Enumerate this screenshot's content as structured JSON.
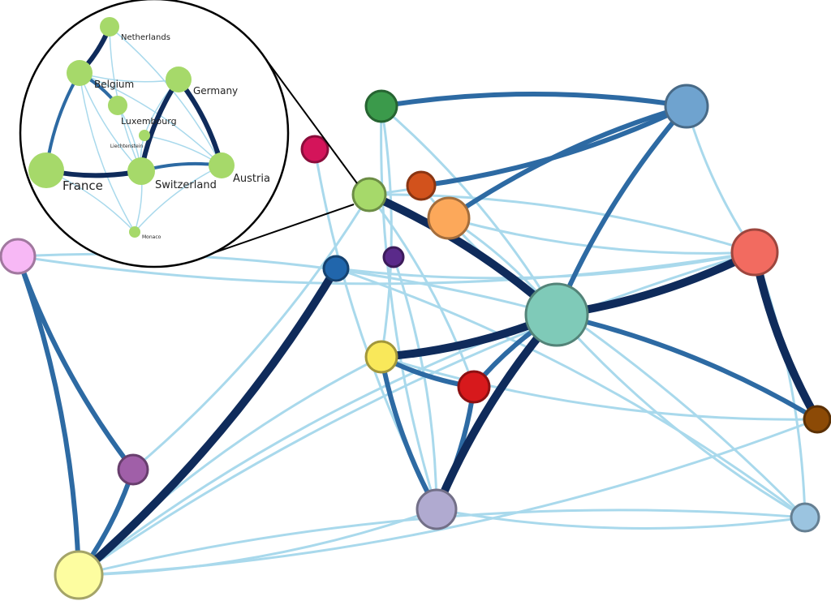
{
  "inset": {
    "nodes": [
      {
        "id": "netherlands",
        "label": "Netherlands",
        "color": "#a6d96a"
      },
      {
        "id": "belgium",
        "label": "Belgium",
        "color": "#a6d96a"
      },
      {
        "id": "germany",
        "label": "Germany",
        "color": "#a6d96a"
      },
      {
        "id": "luxembourg",
        "label": "Luxembourg",
        "color": "#a6d96a"
      },
      {
        "id": "liechtenstein",
        "label": "Liechtenstein",
        "color": "#a6d96a"
      },
      {
        "id": "france",
        "label": "France",
        "color": "#a6d96a"
      },
      {
        "id": "switzerland",
        "label": "Switzerland",
        "color": "#a6d96a"
      },
      {
        "id": "austria",
        "label": "Austria",
        "color": "#a6d96a"
      },
      {
        "id": "monaco",
        "label": "Monaco",
        "color": "#a6d96a"
      }
    ],
    "edges": [
      [
        "netherlands",
        "belgium",
        3
      ],
      [
        "belgium",
        "france",
        2
      ],
      [
        "belgium",
        "luxembourg",
        2
      ],
      [
        "germany",
        "switzerland",
        3
      ],
      [
        "germany",
        "austria",
        3
      ],
      [
        "france",
        "switzerland",
        3
      ],
      [
        "switzerland",
        "austria",
        2
      ],
      [
        "liechtenstein",
        "switzerland",
        1
      ],
      [
        "france",
        "monaco",
        1
      ],
      [
        "netherlands",
        "switzerland",
        1
      ],
      [
        "netherlands",
        "austria",
        1
      ],
      [
        "belgium",
        "switzerland",
        1
      ],
      [
        "belgium",
        "austria",
        1
      ],
      [
        "belgium",
        "germany",
        1
      ],
      [
        "luxembourg",
        "switzerland",
        1
      ],
      [
        "germany",
        "liechtenstein",
        1
      ],
      [
        "liechtenstein",
        "austria",
        1
      ],
      [
        "monaco",
        "switzerland",
        1
      ],
      [
        "monaco",
        "austria",
        1
      ],
      [
        "belgium",
        "monaco",
        1
      ]
    ]
  },
  "main": {
    "colors": {
      "strong": "#0f2b5b",
      "medium": "#2d6aa3",
      "weak": "#a9d9ec"
    },
    "nodes": [
      {
        "id": "n1",
        "color": "#3b9a4b"
      },
      {
        "id": "n2",
        "color": "#6fa3cf"
      },
      {
        "id": "n3",
        "color": "#d4145a"
      },
      {
        "id": "n4",
        "color": "#a6d96a"
      },
      {
        "id": "n5",
        "color": "#d2521c"
      },
      {
        "id": "n6",
        "color": "#fca85a"
      },
      {
        "id": "n7",
        "color": "#f7b8f5"
      },
      {
        "id": "n8",
        "color": "#5a2a8a"
      },
      {
        "id": "n9",
        "color": "#2166ac"
      },
      {
        "id": "n10",
        "color": "#f26b60"
      },
      {
        "id": "n11",
        "color": "#7fcab8"
      },
      {
        "id": "n12",
        "color": "#f9e85a"
      },
      {
        "id": "n13",
        "color": "#d7191c"
      },
      {
        "id": "n14",
        "color": "#8c4a06"
      },
      {
        "id": "n15",
        "color": "#a05fa8"
      },
      {
        "id": "n16",
        "color": "#b0aad0"
      },
      {
        "id": "n17",
        "color": "#9bc4e0"
      },
      {
        "id": "n18",
        "color": "#fdfda0"
      }
    ],
    "edges": [
      [
        "n4",
        "n11",
        3
      ],
      [
        "n11",
        "n10",
        3
      ],
      [
        "n11",
        "n12",
        3
      ],
      [
        "n11",
        "n16",
        3
      ],
      [
        "n9",
        "n18",
        3
      ],
      [
        "n10",
        "n14",
        3
      ],
      [
        "n1",
        "n2",
        2
      ],
      [
        "n5",
        "n2",
        2
      ],
      [
        "n6",
        "n2",
        2
      ],
      [
        "n2",
        "n11",
        2
      ],
      [
        "n7",
        "n18",
        2
      ],
      [
        "n7",
        "n15",
        2
      ],
      [
        "n15",
        "n18",
        2
      ],
      [
        "n12",
        "n16",
        2
      ],
      [
        "n13",
        "n16",
        2
      ],
      [
        "n11",
        "n13",
        2
      ],
      [
        "n11",
        "n14",
        2
      ],
      [
        "n12",
        "n13",
        2
      ],
      [
        "n7",
        "n11",
        1
      ],
      [
        "n7",
        "n10",
        1
      ],
      [
        "n18",
        "n10",
        1
      ],
      [
        "n18",
        "n14",
        1
      ],
      [
        "n18",
        "n17",
        1
      ],
      [
        "n2",
        "n10",
        1
      ],
      [
        "n10",
        "n17",
        1
      ],
      [
        "n4",
        "n2",
        1
      ],
      [
        "n18",
        "n11",
        1
      ],
      [
        "n15",
        "n4",
        1
      ],
      [
        "n1",
        "n11",
        1
      ],
      [
        "n1",
        "n16",
        1
      ],
      [
        "n4",
        "n10",
        1
      ],
      [
        "n3",
        "n16",
        1
      ],
      [
        "n4",
        "n17",
        1
      ],
      [
        "n11",
        "n17",
        1
      ],
      [
        "n9",
        "n17",
        1
      ],
      [
        "n12",
        "n14",
        1
      ],
      [
        "n18",
        "n12",
        1
      ],
      [
        "n18",
        "n16",
        1
      ],
      [
        "n8",
        "n16",
        1
      ],
      [
        "n6",
        "n10",
        1
      ],
      [
        "n4",
        "n13",
        1
      ],
      [
        "n9",
        "n10",
        1
      ],
      [
        "n1",
        "n12",
        1
      ],
      [
        "n5",
        "n11",
        1
      ],
      [
        "n6",
        "n11",
        1
      ],
      [
        "n16",
        "n17",
        1
      ]
    ]
  }
}
